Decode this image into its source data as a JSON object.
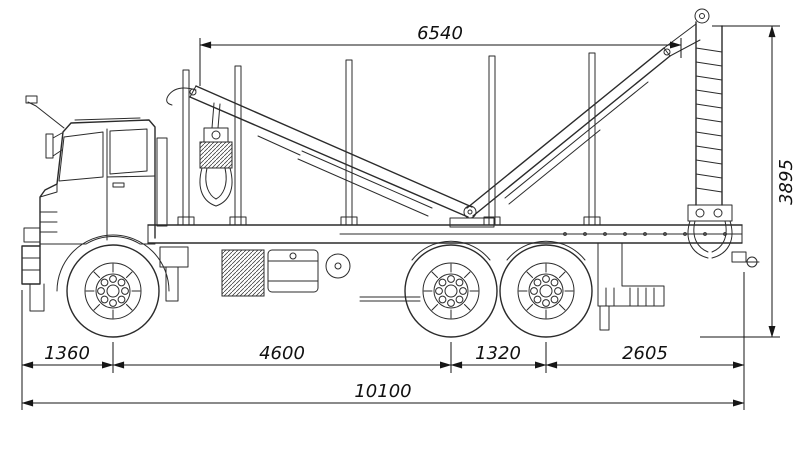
{
  "colors": {
    "ink": "#2b2b2b",
    "background": "#ffffff"
  },
  "dims": {
    "top_span": "6540",
    "height": "3895",
    "front_overhang": "1360",
    "wheelbase": "4600",
    "rear_axle_spacing": "1320",
    "rear_overhang": "2605",
    "overall_length": "10100"
  }
}
